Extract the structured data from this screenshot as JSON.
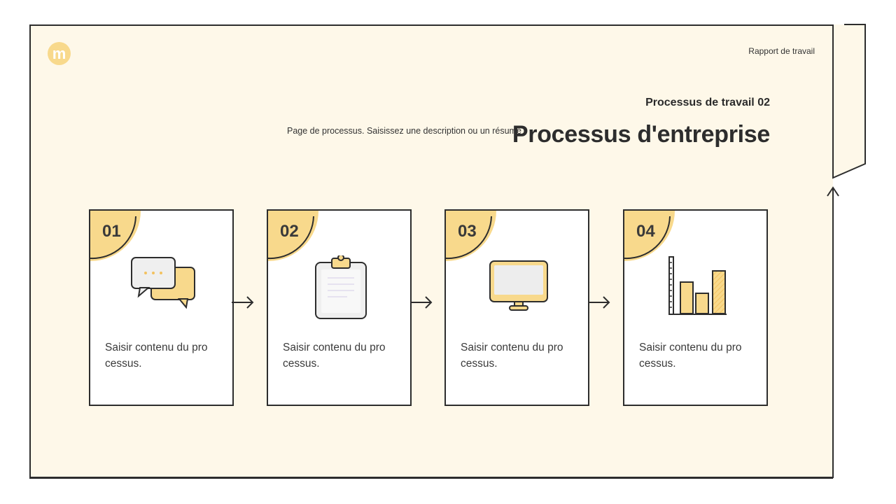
{
  "header": {
    "report_label": "Rapport de travail",
    "eyebrow": "Processus de travail 02",
    "description": "Page de processus. Saisissez une description ou un résumé",
    "title": "Processus d'entreprise"
  },
  "steps": [
    {
      "number": "01",
      "text": "Saisir contenu du pro cessus.",
      "icon": "chat-bubbles-icon"
    },
    {
      "number": "02",
      "text": "Saisir contenu du pro cessus.",
      "icon": "clipboard-icon"
    },
    {
      "number": "03",
      "text": "Saisir contenu du pro cessus.",
      "icon": "monitor-icon"
    },
    {
      "number": "04",
      "text": "Saisir contenu du pro cessus.",
      "icon": "bar-chart-icon"
    }
  ],
  "colors": {
    "background": "#fef8e9",
    "accent": "#f8d98c",
    "accent_dark": "#f3c15f",
    "line": "#2d2d2d"
  }
}
